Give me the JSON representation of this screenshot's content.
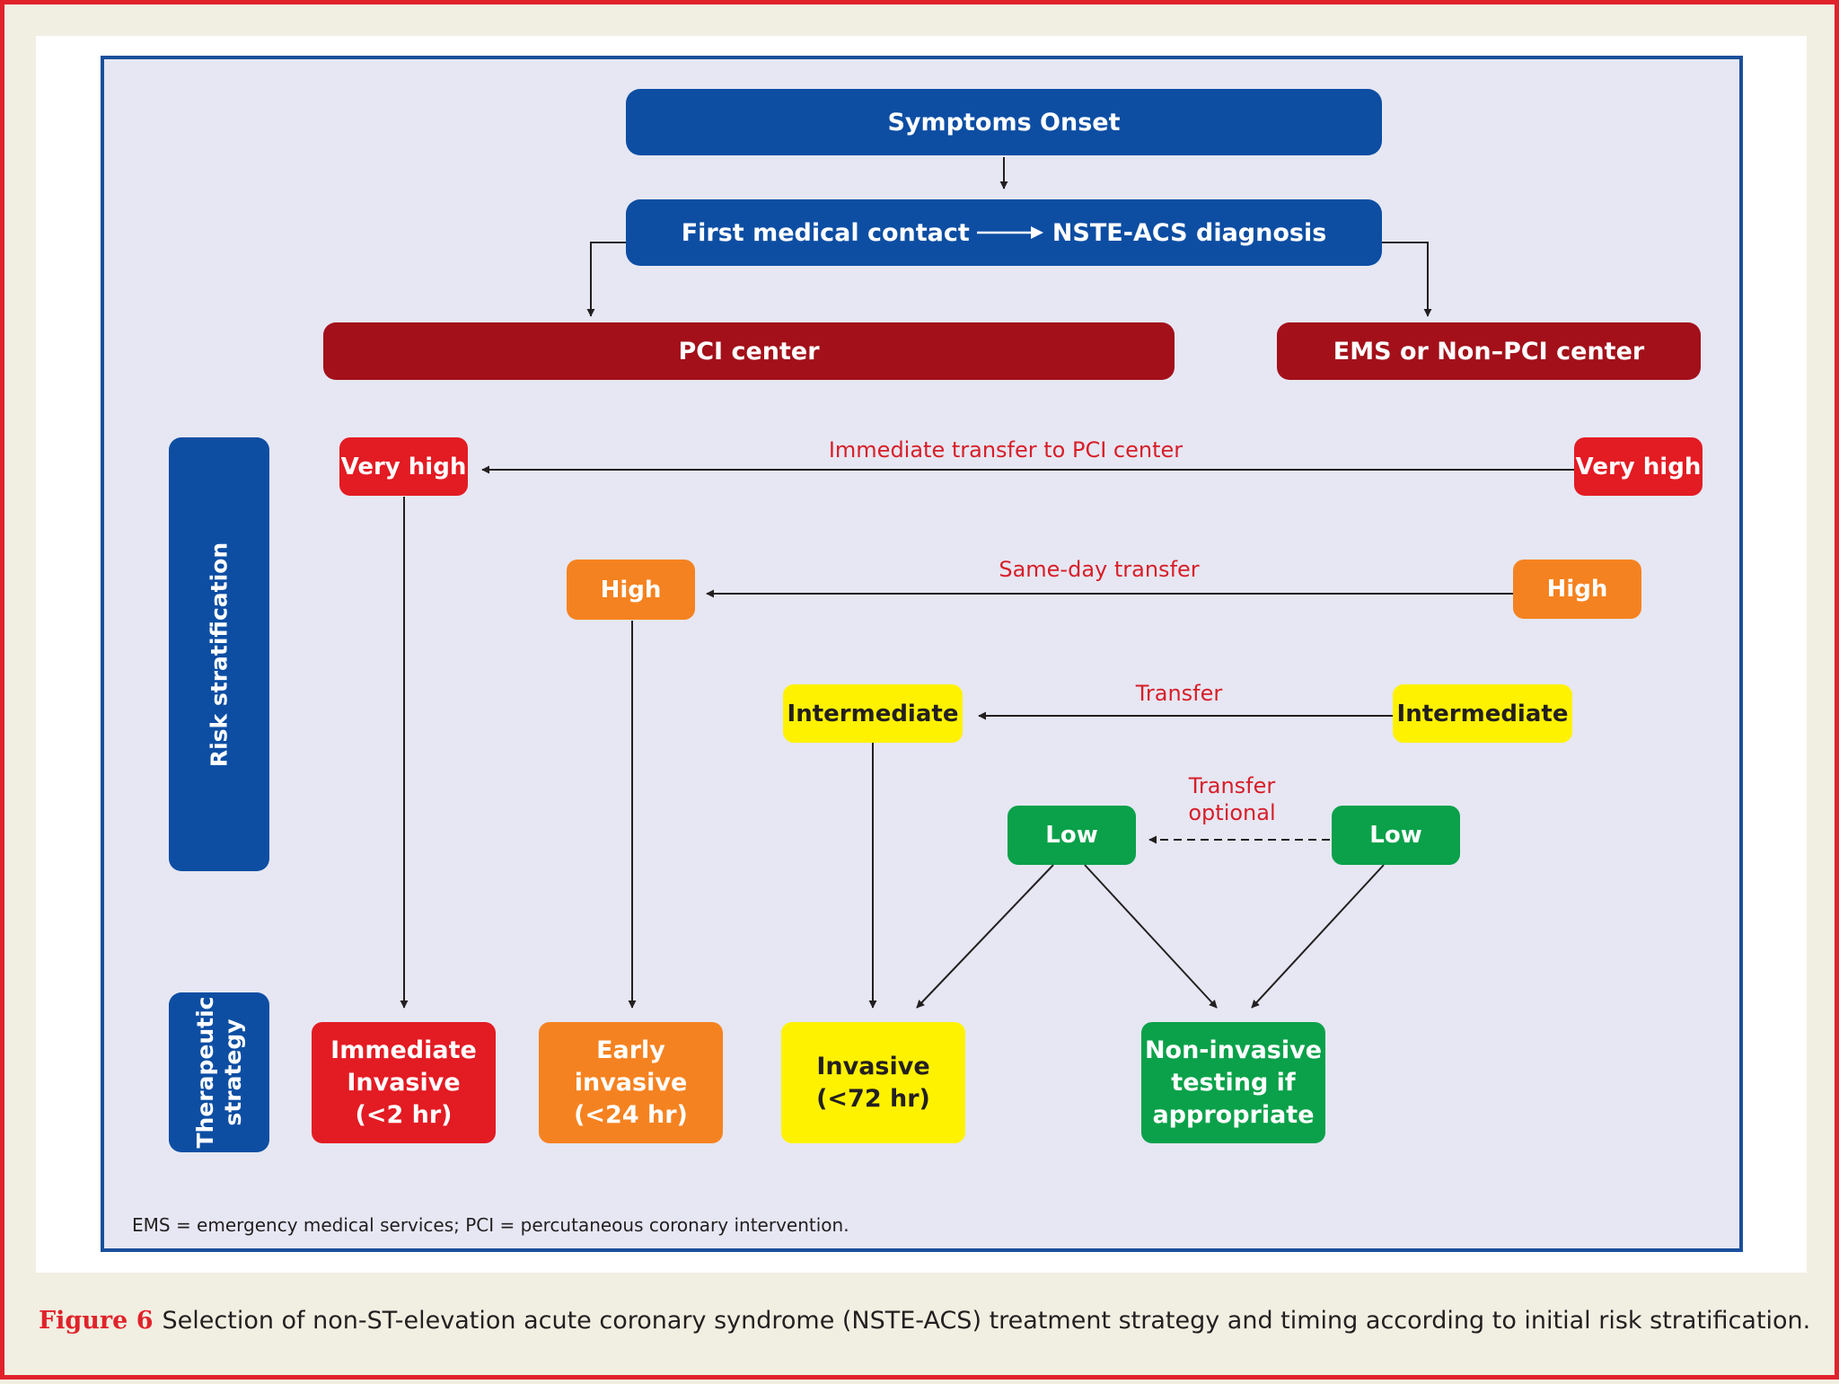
{
  "diagram": {
    "symptoms_onset": "Symptoms Onset",
    "first_contact": {
      "part1": "First medical contact",
      "part2": "NSTE-ACS diagnosis"
    },
    "pci_center": "PCI center",
    "ems_center": "EMS or Non–PCI center",
    "side_labels": {
      "risk": "Risk stratification",
      "therapeutic": "Therapeutic\nstrategy"
    },
    "risk_levels": {
      "very_high": "Very high",
      "high": "High",
      "intermediate": "Intermediate",
      "low": "Low"
    },
    "transfers": {
      "immediate": "Immediate transfer to PCI center",
      "same_day": "Same-day transfer",
      "transfer": "Transfer",
      "optional": "Transfer\noptional"
    },
    "strategies": {
      "immediate": "Immediate\nInvasive\n(<2 hr)",
      "early": "Early\ninvasive\n(<24 hr)",
      "invasive": "Invasive\n(<72 hr)",
      "noninvasive": "Non-invasive\ntesting if\nappropriate"
    },
    "abbreviations": "EMS = emergency medical services; PCI = percutaneous coronary intervention."
  },
  "caption": {
    "label": "Figure 6",
    "text": "Selection of non-ST-elevation acute coronary syndrome (NSTE-ACS) treatment strategy and timing according to initial risk stratification."
  },
  "colors": {
    "blue": "#0d4ea3",
    "dark_red": "#a3101a",
    "very_high": "#e31b23",
    "high": "#f58220",
    "intermediate": "#fff200",
    "low": "#0aa14a",
    "label_red": "#d71e28"
  }
}
